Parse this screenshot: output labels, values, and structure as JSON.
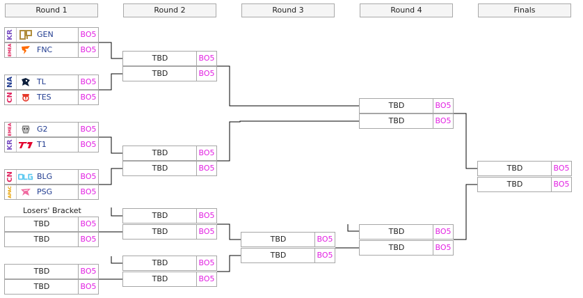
{
  "headers": [
    "Round 1",
    "Round 2",
    "Round 3",
    "Round 4",
    "Finals"
  ],
  "format": "BO5",
  "tbd": "TBD",
  "losers_label": "Losers' Bracket",
  "round1": [
    {
      "region": "KR",
      "region_color": "#7a4fc4",
      "team": "GEN",
      "logo": "gen-logo"
    },
    {
      "region": "EMEA",
      "region_color": "#e0245e",
      "team": "FNC",
      "logo": "fnc-logo"
    },
    {
      "region": "NA",
      "region_color": "#1f3a8f",
      "team": "TL",
      "logo": "tl-logo"
    },
    {
      "region": "CN",
      "region_color": "#e0245e",
      "team": "TES",
      "logo": "tes-logo"
    },
    {
      "region": "EMEA",
      "region_color": "#e0245e",
      "team": "G2",
      "logo": "g2-logo"
    },
    {
      "region": "KR",
      "region_color": "#7a4fc4",
      "team": "T1",
      "logo": "t1-logo"
    },
    {
      "region": "CN",
      "region_color": "#e0245e",
      "team": "BLG",
      "logo": "blg-logo"
    },
    {
      "region": "APAC",
      "region_color": "#e8a100",
      "team": "PSG",
      "logo": "psg-logo"
    }
  ],
  "colors": {
    "bo": "#e21fe2",
    "team_name": "#1f3a8f",
    "line": "#000000",
    "border": "#a6a6a6"
  }
}
